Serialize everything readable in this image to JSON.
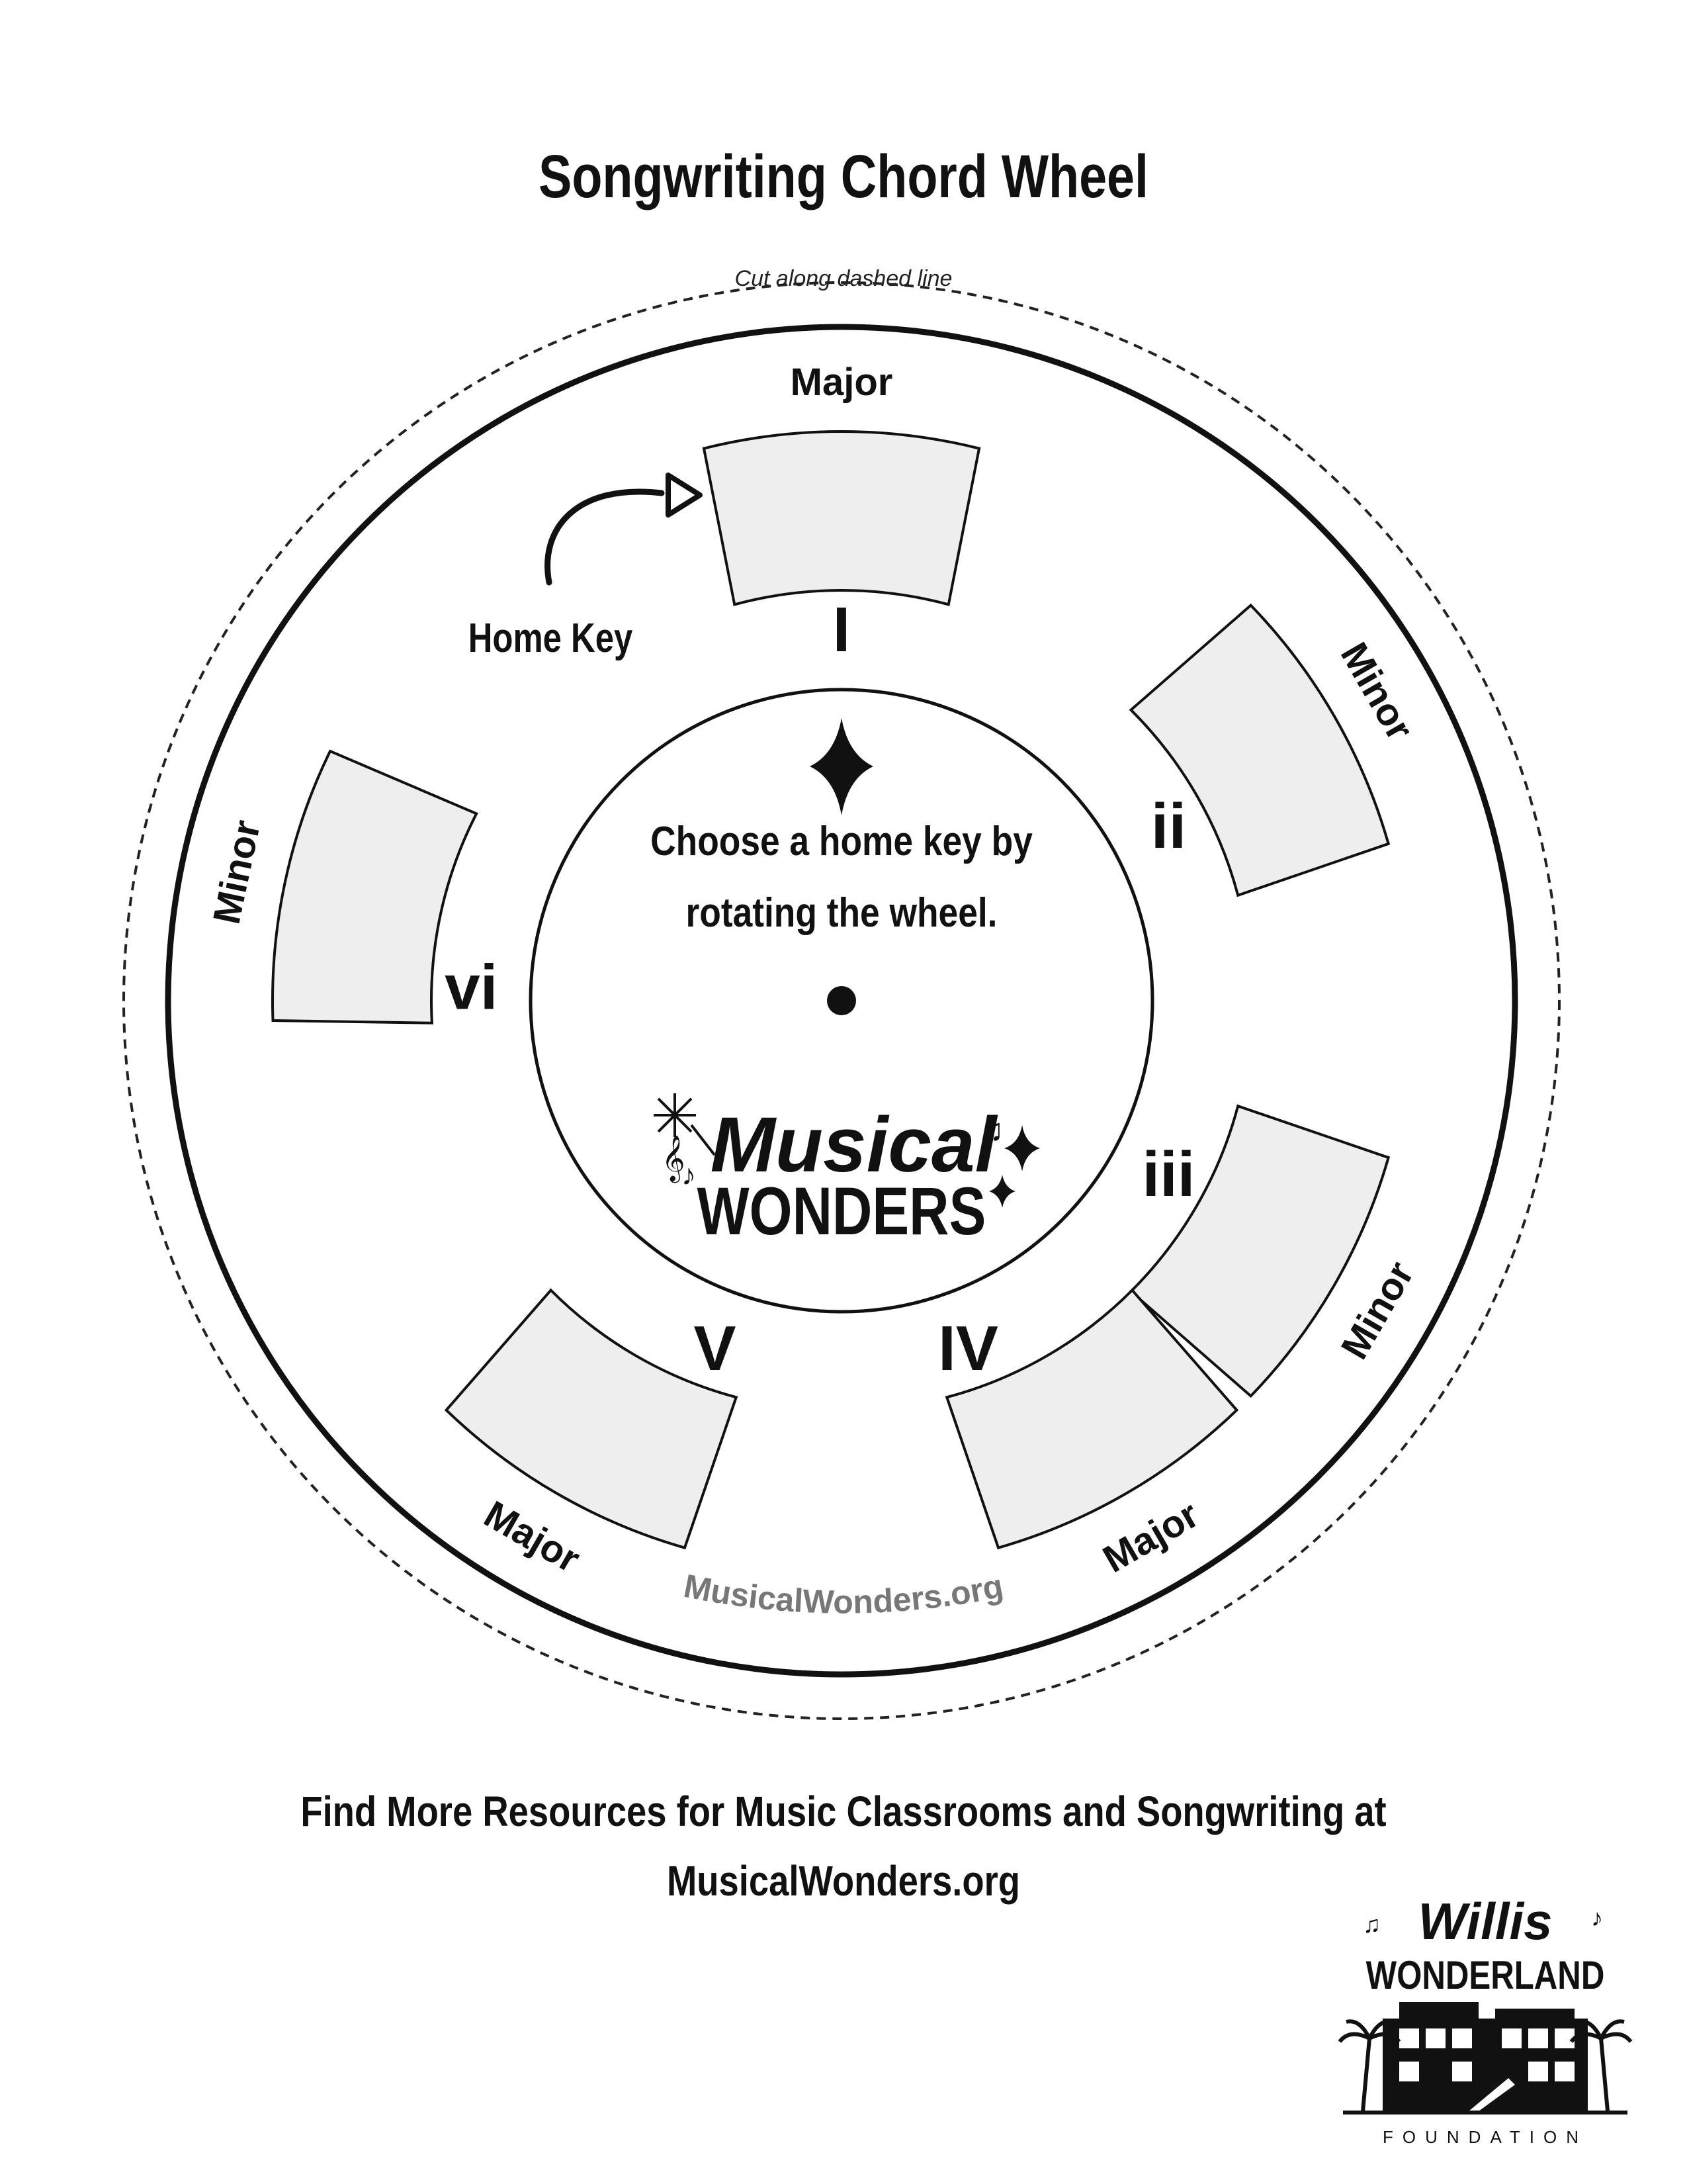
{
  "title": "Songwriting Chord Wheel",
  "cut_instruction": "Cut along dashed line",
  "home_key_label": "Home Key",
  "center": {
    "line1": "Choose a home key by",
    "line2": "rotating the wheel."
  },
  "center_logo": {
    "line1": "Musical",
    "line2": "WONDERS"
  },
  "wheel_url": "MusicalWonders.org",
  "chords": [
    {
      "numeral": "I",
      "quality": "Major"
    },
    {
      "numeral": "ii",
      "quality": "Minor"
    },
    {
      "numeral": "iii",
      "quality": "Minor"
    },
    {
      "numeral": "IV",
      "quality": "Major"
    },
    {
      "numeral": "V",
      "quality": "Major"
    },
    {
      "numeral": "vi",
      "quality": "Minor"
    }
  ],
  "footer": {
    "line1": "Find More Resources for Music Classrooms and Songwriting at",
    "line2": "MusicalWonders.org"
  },
  "sponsor_logo": {
    "line1": "Willis",
    "line2": "WONDERLAND",
    "line3": "FOUNDATION"
  },
  "colors": {
    "ink": "#111111",
    "window_fill": "#eeeeee",
    "url_gray": "#777777"
  }
}
